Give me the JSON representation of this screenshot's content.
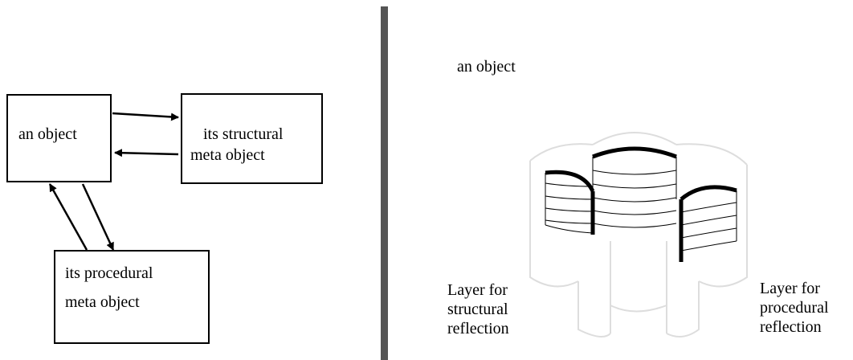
{
  "left_diagram": {
    "object_label": "an object",
    "structural_line1": "its structural",
    "structural_line2": "meta object",
    "procedural_line1": "its procedural",
    "procedural_line2": "meta object"
  },
  "right_diagram": {
    "object_label": "an object",
    "structural_layer_line1": "Layer for",
    "structural_layer_line2": "structural",
    "structural_layer_line3": "reflection",
    "procedural_layer_line1": "Layer for",
    "procedural_layer_line2": "procedural",
    "procedural_layer_line3": "reflection"
  }
}
